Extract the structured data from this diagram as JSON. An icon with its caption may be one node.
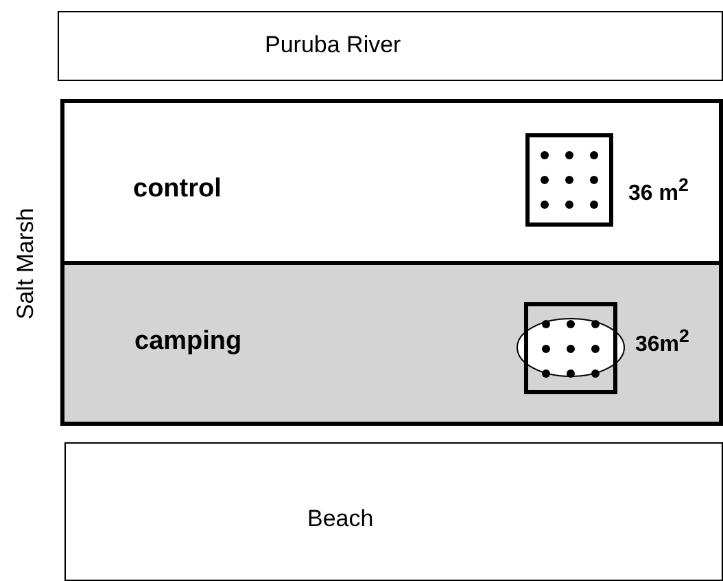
{
  "diagram": {
    "nodes": [
      {
        "text": [
          "Puruba River"
        ]
      },
      {
        "text": [
          "Salt Marsh"
        ]
      },
      {
        "text": [
          "control"
        ],
        "in": 1
      },
      {
        "text": [
          "camping"
        ],
        "in": 1
      },
      {
        "text": [],
        "shape": "box",
        "in": 2,
        "beside": [
          "36 m$^{2}$"
        ]
      },
      {
        "text": [],
        "shape": "box",
        "in": 3,
        "beside": [
          "36m$^{2}$"
        ]
      },
      {
        "text": [
          "Beach"
        ]
      }
    ]
  }
}
